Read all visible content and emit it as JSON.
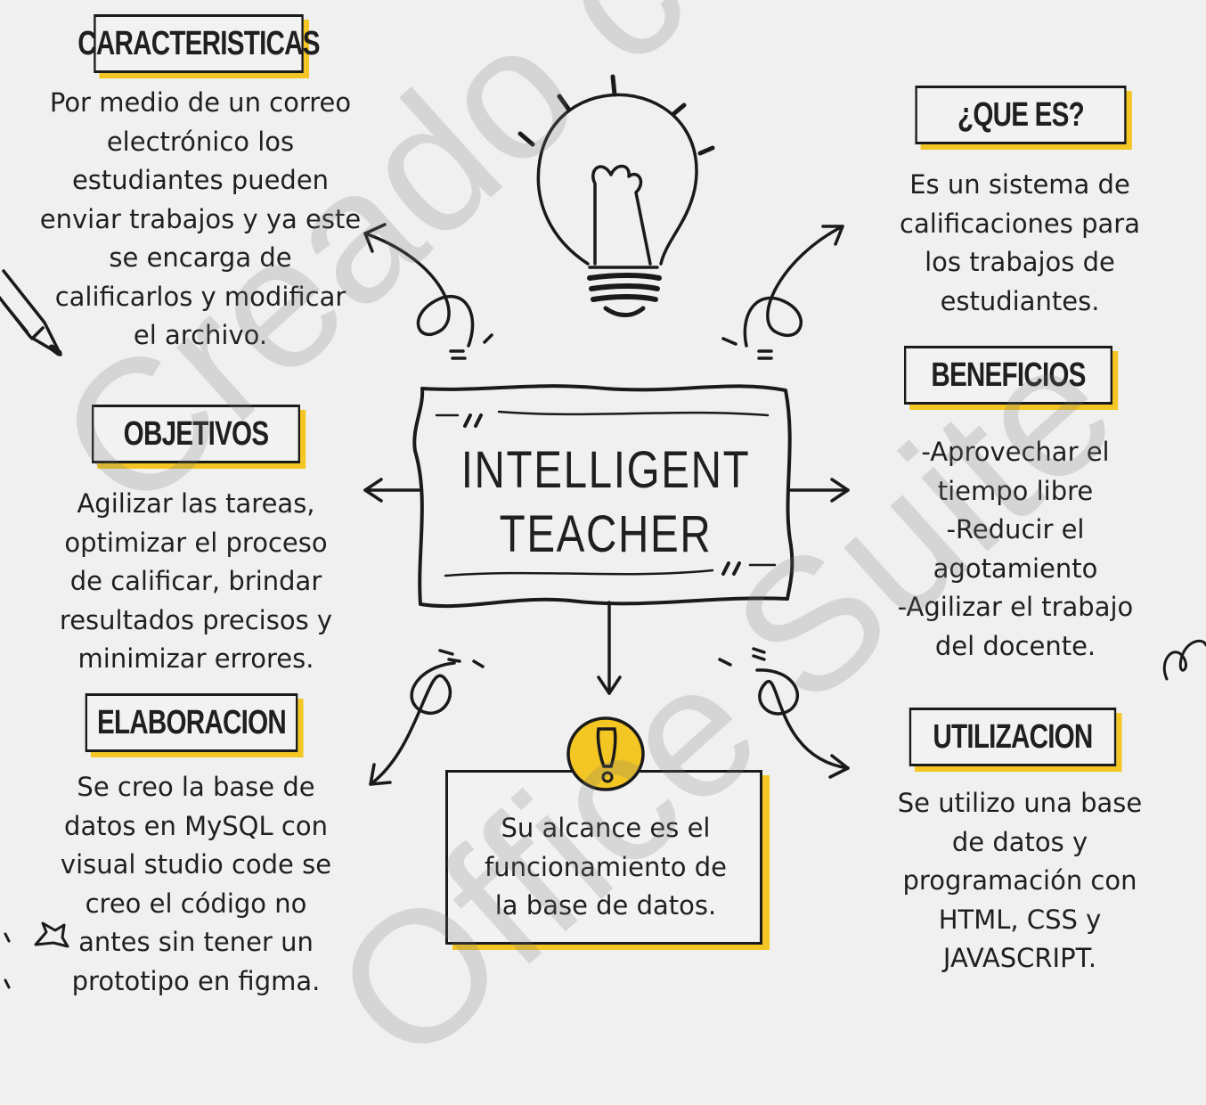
{
  "center": {
    "title": "INTELLIGENT\nTEACHER"
  },
  "caracteristicas": {
    "title": "CARACTERISTICAS",
    "text": "Por medio de un correo\nelectrónico los\nestudiantes pueden\nenviar trabajos y ya este\nse encarga de\ncalificarlos y modificar\nel archivo."
  },
  "que_es": {
    "title": "¿QUE ES?",
    "text": "Es un sistema de\ncalificaciones para\nlos trabajos de\nestudiantes."
  },
  "objetivos": {
    "title": "OBJETIVOS",
    "text": "Agilizar las tareas,\noptimizar el proceso\nde calificar, brindar\nresultados precisos y\nminimizar errores."
  },
  "beneficios": {
    "title": "BENEFICIOS",
    "text": "-Aprovechar el\ntiempo libre\n-Reducir el\nagotamiento\n-Agilizar el trabajo\ndel docente."
  },
  "elaboracion": {
    "title": "ELABORACION",
    "text": "Se creo la base de\ndatos en MySQL con\nvisual studio code se\ncreo el código no\nantes sin tener un\nprototipo en figma."
  },
  "alcance": {
    "text": "Su alcance es el\nfuncionamiento de\nla base de datos."
  },
  "utilizacion": {
    "title": "UTILIZACION",
    "text": "Se utilizo una base\nde datos y\nprogramación con\nHTML, CSS y\nJAVASCRIPT."
  },
  "watermark": {
    "line1": "Creado con",
    "line2": "Office Suite"
  },
  "colors": {
    "accent": "#f3c623",
    "ink": "#1a1a1a",
    "background": "#f0f0f0"
  },
  "icons": [
    "lightbulb-icon",
    "exclamation-icon",
    "pencil-icon",
    "sparkle-icon"
  ]
}
